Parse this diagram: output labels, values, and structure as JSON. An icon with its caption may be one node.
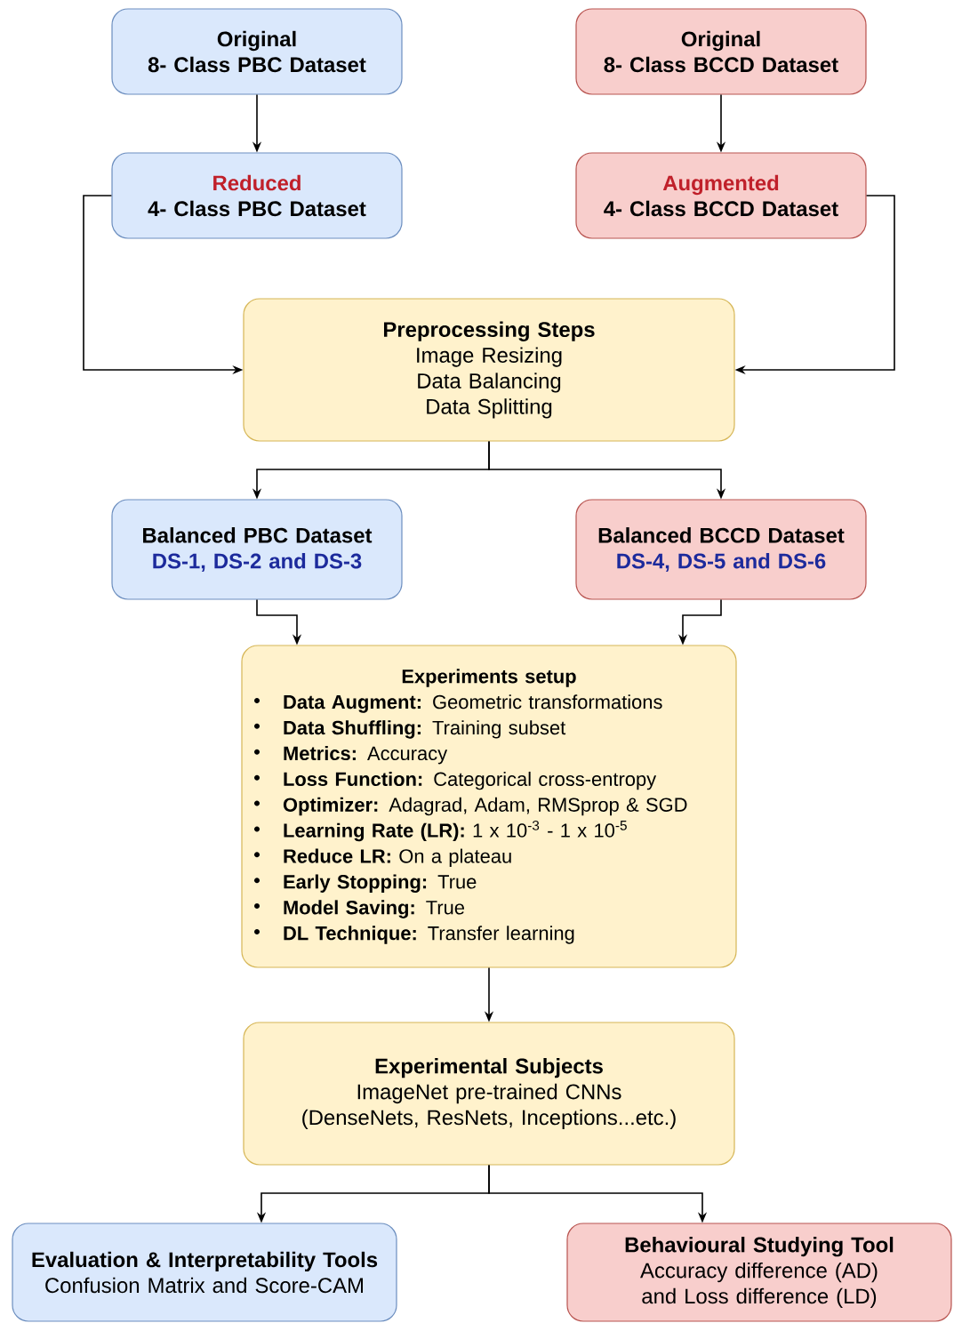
{
  "diagram": {
    "nodes": [
      {
        "text": [
          "Original",
          "8- Class PBC Dataset"
        ]
      },
      {
        "text": [
          "Reduced",
          "4- Class PBC Dataset"
        ]
      },
      {
        "text": [
          "Original",
          "8- Class BCCD Dataset"
        ]
      },
      {
        "text": [
          "Augmented",
          "4- Class BCCD Dataset"
        ]
      },
      {
        "text": [
          "Preprocessing Steps",
          "Image Resizing",
          "Data Balancing",
          "Data Splitting"
        ]
      },
      {
        "text": [
          "Balanced PBC Dataset",
          "DS-1, DS-2 and DS-3"
        ]
      },
      {
        "text": [
          "Balanced BCCD Dataset",
          "DS-4, DS-5 and DS-6"
        ]
      },
      {
        "text": [
          "Experiments setup",
          "**Data Augment:** Geometric transformations",
          "**Data Shuffling:** Training subset",
          "**Metrics:** Accuracy",
          "**Loss Function:** Categorical cross-entropy",
          "**Optimizer:** Adagrad, Adam, RMSprop & SGD",
          "**Learning Rate (LR):** 1 x 10$^{-3}$ - 1 x 10$^{-5}$",
          "**Reduce LR:** On a plateau",
          "**Early Stopping:** True",
          "**Model Saving:** True",
          "**DL Technique:** Transfer learning"
        ]
      },
      {
        "text": [
          "Experimental Subjects",
          "ImageNet pre-trained CNNs",
          "(DenseNets, ResNets, Inceptions...etc.)"
        ]
      },
      {
        "text": [
          "Evaluation & Interpretability Tools",
          "Confusion Matrix and Score-CAM"
        ]
      },
      {
        "text": [
          "Behavioural Studying Tool",
          "Accuracy difference (AD) and Loss difference (LD)"
        ]
      }
    ],
    "edges": [
      {
        "from": 0,
        "to": 1,
        "arrow": "to"
      },
      {
        "from": 2,
        "to": 3,
        "arrow": "to"
      },
      {
        "from": 1,
        "to": 4,
        "arrow": "to"
      },
      {
        "from": 3,
        "to": 4,
        "arrow": "to"
      },
      {
        "from": 4,
        "to": 5,
        "arrow": "to"
      },
      {
        "from": 4,
        "to": 6,
        "arrow": "to"
      },
      {
        "from": 5,
        "to": 7,
        "arrow": "to"
      },
      {
        "from": 6,
        "to": 7,
        "arrow": "to"
      },
      {
        "from": 7,
        "to": 8,
        "arrow": "to"
      },
      {
        "from": 8,
        "to": 9,
        "arrow": "to"
      },
      {
        "from": 8,
        "to": 10,
        "arrow": "to"
      }
    ]
  }
}
